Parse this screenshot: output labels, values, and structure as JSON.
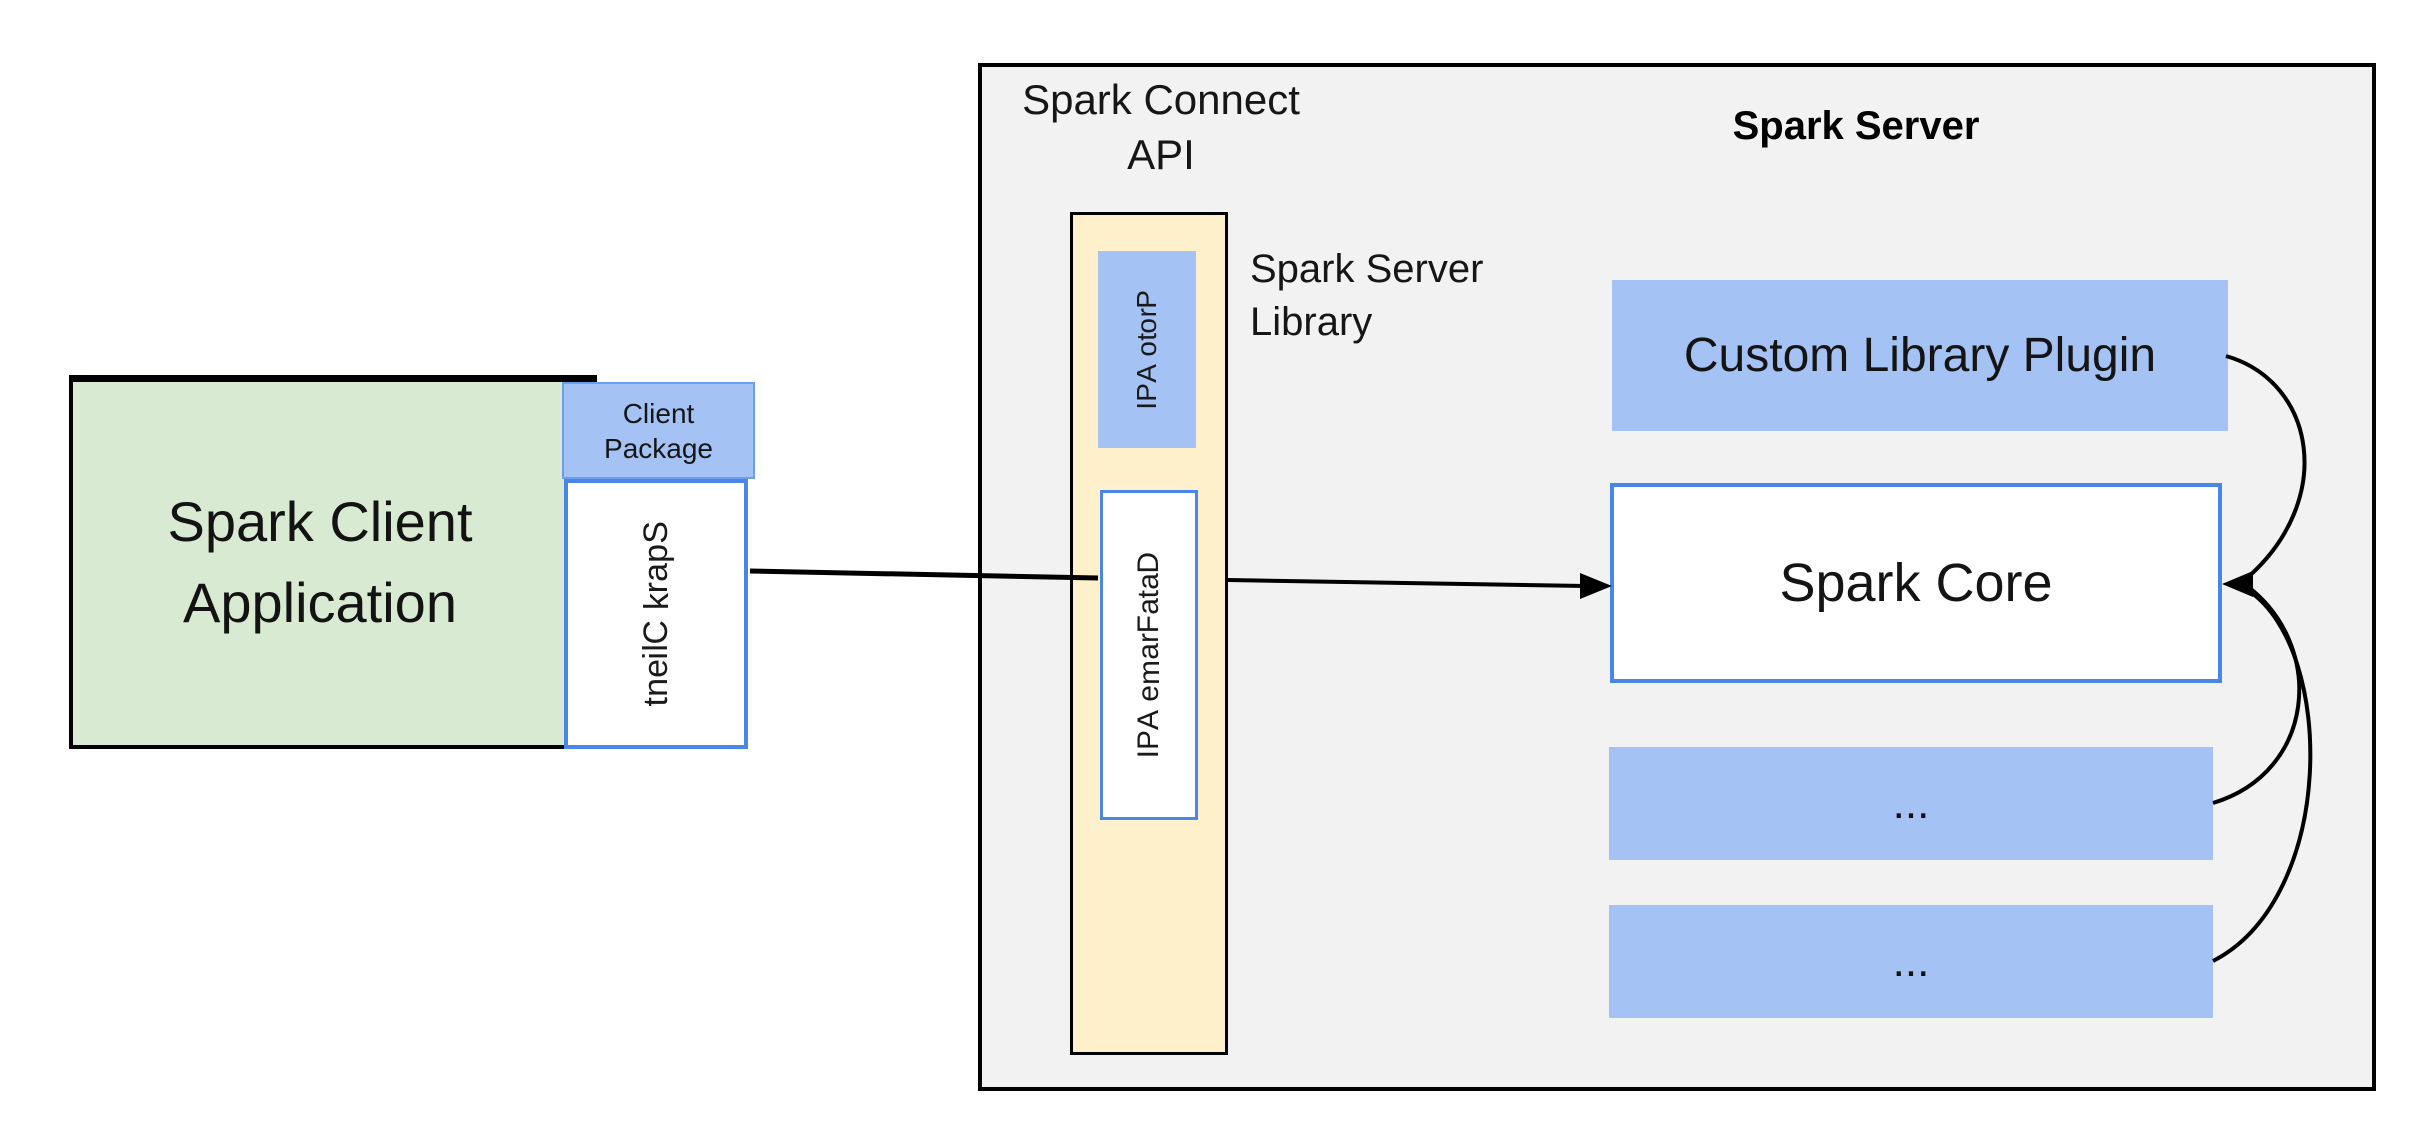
{
  "diagram": {
    "client_application": {
      "line1": "Spark Client",
      "line2": "Application"
    },
    "client_package": {
      "line1": "Client",
      "line2": "Package"
    },
    "spark_client": {
      "label": "Spark Client"
    },
    "connect_api_header": {
      "line1": "Spark Connect",
      "line2": "API"
    },
    "proto_api": {
      "label": "Proto API"
    },
    "dataframe_api": {
      "label": "DataFrame API"
    },
    "server_library_label": {
      "line1": "Spark Server",
      "line2": "Library"
    },
    "server_title": "Spark Server",
    "custom_library_plugin": "Custom Library Plugin",
    "spark_core": "Spark Core",
    "plugin_placeholder_1": "...",
    "plugin_placeholder_2": "...",
    "colors": {
      "client_app_fill": "#d9ead3",
      "blue_fill": "#a4c2f4",
      "yellow_fill": "#fdf0cb",
      "server_fill": "#f2f2f2",
      "blue_border": "#4a86e8",
      "package_border": "#6d9eeb",
      "outline": "#000000"
    }
  }
}
